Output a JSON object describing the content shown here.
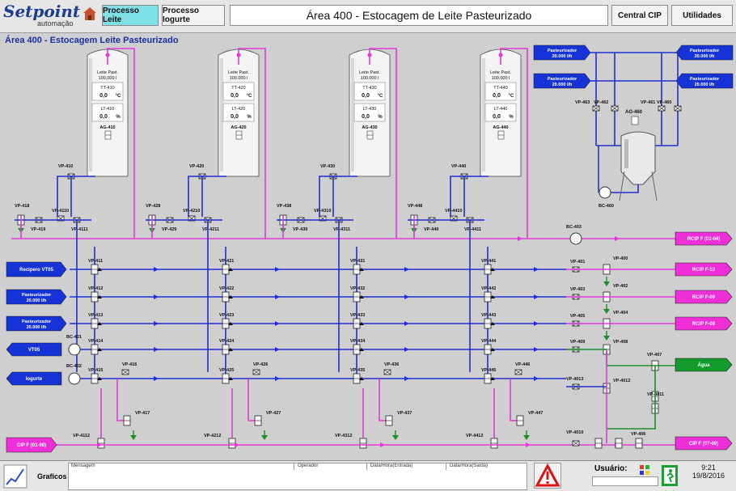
{
  "header": {
    "logo_main": "Setpoint",
    "logo_sub": "automação",
    "tab_leite": "Processo Leite",
    "tab_iogurte": "Processo Iogurte",
    "title": "Área 400 - Estocagem de Leite Pasteurizado",
    "btn_cip": "Central CIP",
    "btn_util": "Utilidades"
  },
  "area_label": "Área 400 - Estocagem Leite Pasteurizado",
  "tanks": [
    {
      "name": "Leite Past.",
      "cap": "100.000 l",
      "tt": "TT-410",
      "temp": "0,0",
      "tunit": "°C",
      "lt": "LT-410",
      "level": "0,0",
      "lunit": "%",
      "ag": "AG-410"
    },
    {
      "name": "Leite Past.",
      "cap": "100.000 l",
      "tt": "TT-420",
      "temp": "0,0",
      "tunit": "°C",
      "lt": "LT-420",
      "level": "0,0",
      "lunit": "%",
      "ag": "AG-420"
    },
    {
      "name": "Leite Past.",
      "cap": "100.000 l",
      "tt": "TT-430",
      "temp": "0,0",
      "tunit": "°C",
      "lt": "LT-430",
      "level": "0,0",
      "lunit": "%",
      "ag": "AG-430"
    },
    {
      "name": "Leite Past.",
      "cap": "100.000 l",
      "tt": "TT-440",
      "temp": "0,0",
      "tunit": "°C",
      "lt": "LT-440",
      "level": "0,0",
      "lunit": "%",
      "ag": "AG-440"
    }
  ],
  "tank_valves": [
    [
      "VP-410",
      "VP-418",
      "VP-4110",
      "VP-419",
      "VP-4111"
    ],
    [
      "VP-420",
      "VP-428",
      "VP-4210",
      "VP-429",
      "VP-4211"
    ],
    [
      "VP-430",
      "VP-438",
      "VP-4310",
      "VP-439",
      "VP-4311"
    ],
    [
      "VP-440",
      "VP-448",
      "VP-4410",
      "VP-449",
      "VP-4411"
    ]
  ],
  "matrix_valves": [
    [
      "VP-411",
      "VP-412",
      "VP-413",
      "VP-414",
      "VP-415",
      "VP-416"
    ],
    [
      "VP-421",
      "VP-422",
      "VP-423",
      "VP-424",
      "VP-425",
      "VP-426"
    ],
    [
      "VP-431",
      "VP-432",
      "VP-433",
      "VP-434",
      "VP-435",
      "VP-436"
    ],
    [
      "VP-441",
      "VP-442",
      "VP-443",
      "VP-444",
      "VP-445",
      "VP-446"
    ]
  ],
  "cip_valves": [
    [
      "VP-417",
      "VP-4112"
    ],
    [
      "VP-427",
      "VP-4212"
    ],
    [
      "VP-437",
      "VP-4312"
    ],
    [
      "VP-447",
      "VP-4412"
    ]
  ],
  "left_inputs": [
    {
      "line1": "Recipero VT05",
      "line2": ""
    },
    {
      "line1": "Pasteurizador",
      "line2": "20.000 l/h"
    },
    {
      "line1": "Pasteurizador",
      "line2": "20.000 l/h"
    },
    {
      "line1": "VT05",
      "line2": ""
    },
    {
      "line1": "Iogurte",
      "line2": ""
    }
  ],
  "pumps": {
    "bc401": "BC-401",
    "bc402": "BC-402",
    "bc403": "BC-403",
    "bc460": "BC-460"
  },
  "cip_in": "CIP F (01-08)",
  "right_outputs": [
    "RCIP F (01-04)",
    "RCIP F-10",
    "RCIP F-09",
    "RCIP F-09",
    "Água",
    "CIP F (07-09)"
  ],
  "right_valves": [
    "VP-401",
    "VP-400",
    "VP-403",
    "VP-402",
    "VP-405",
    "VP-404",
    "VP-409",
    "VP-408",
    "VP-407",
    "VP-4013",
    "VP-4012",
    "VP-4011",
    "VP-4010",
    "VP-406"
  ],
  "past_boxes": [
    {
      "line1": "Pasteurizador",
      "line2": "20.000 l/h"
    },
    {
      "line1": "Pasteurizador",
      "line2": "20.000 l/h"
    },
    {
      "line1": "Pasteurizador",
      "line2": "20.000 l/h"
    },
    {
      "line1": "Pasteurizador",
      "line2": "20.000 l/h"
    }
  ],
  "ag460_valves": [
    "VP-463",
    "VP-462",
    "VP-461",
    "VP-460"
  ],
  "ag460": "AG-460",
  "footer": {
    "graficos": "Graficos",
    "col_msg": "Mensagem",
    "col_op": "Operador",
    "col_data_in": "Data/Hora(Entrada)",
    "col_data_out": "Data/Hora(Saída)",
    "user_label": "Usuário:",
    "time": "9:21",
    "date": "19/8/2016"
  },
  "colors": {
    "pipe_blue": "#1f2fd0",
    "pipe_pink": "#e23ad6",
    "pipe_green": "#1a8f2a",
    "tag_blue": "#1533d6",
    "tag_pink": "#ee2fd8",
    "tag_green": "#129a2c",
    "active_tab": "#7fe0e6"
  }
}
